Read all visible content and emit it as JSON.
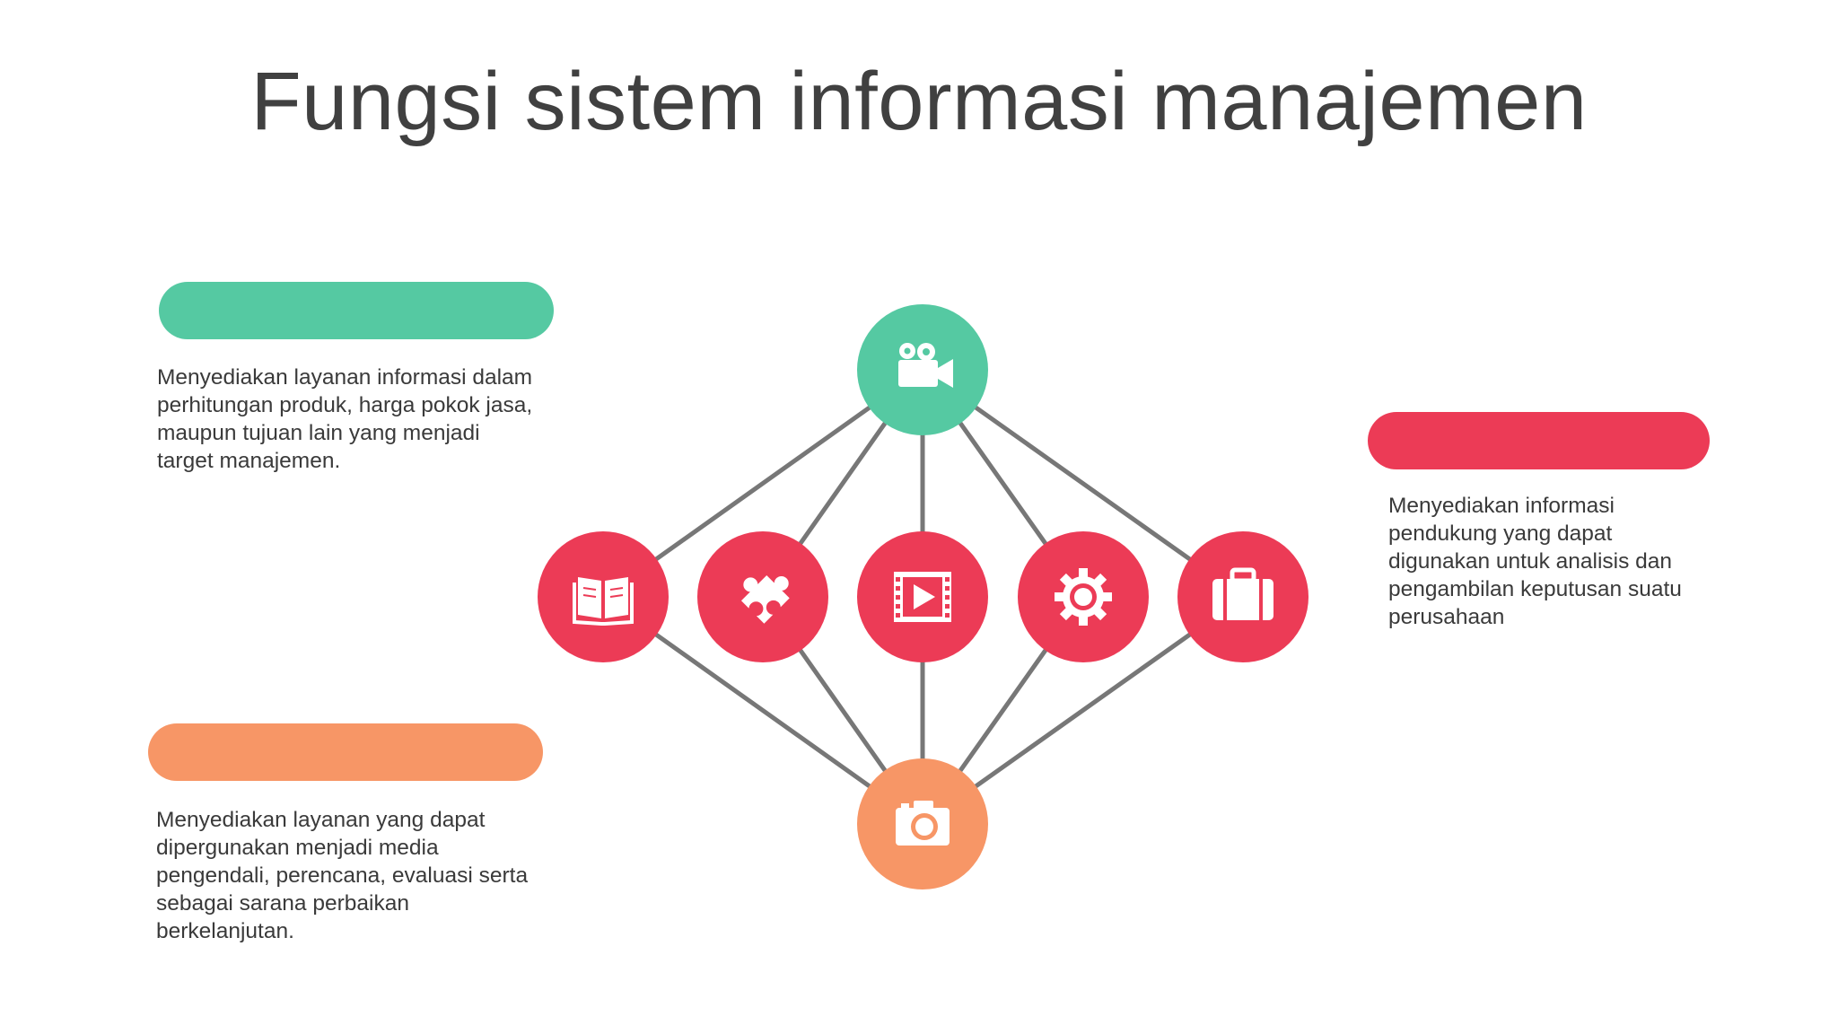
{
  "title": "Fungsi sistem informasi manajemen",
  "colors": {
    "green": "#55c9a2",
    "red": "#ec3b56",
    "orange": "#f79666",
    "line": "#777777",
    "icon": "#ffffff"
  },
  "blocks": {
    "green": {
      "heading": "",
      "lines": [
        "Menyediakan layanan informasi dalam",
        "perhitungan produk, harga pokok jasa,",
        "maupun tujuan lain yang menjadi",
        "target manajemen."
      ]
    },
    "orange": {
      "heading": "",
      "lines": [
        "Menyediakan layanan yang dapat",
        "dipergunakan menjadi media",
        "pengendali, perencana, evaluasi serta",
        "sebagai sarana perbaikan",
        "berkelanjutan."
      ]
    },
    "red": {
      "heading": "",
      "lines": [
        "Menyediakan informasi",
        "pendukung yang dapat",
        "digunakan untuk analisis dan",
        "pengambilan keputusan suatu",
        "perusahaan"
      ]
    }
  },
  "nodes": {
    "top": {
      "icon": "video-camera-icon",
      "color": "green"
    },
    "middle": [
      {
        "icon": "book-icon",
        "color": "red"
      },
      {
        "icon": "puzzle-icon",
        "color": "red"
      },
      {
        "icon": "video-play-icon",
        "color": "red"
      },
      {
        "icon": "gear-icon",
        "color": "red"
      },
      {
        "icon": "briefcase-icon",
        "color": "red"
      }
    ],
    "bottom": {
      "icon": "camera-icon",
      "color": "orange"
    }
  }
}
